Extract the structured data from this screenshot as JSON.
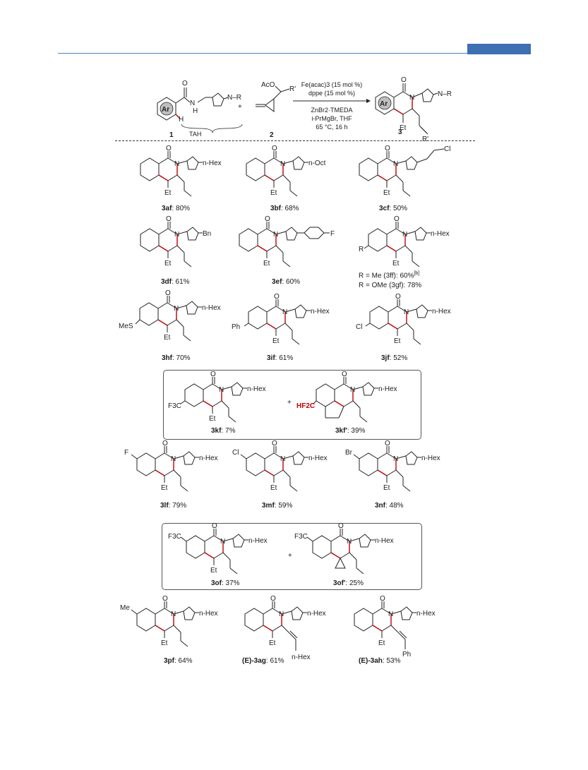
{
  "scheme": {
    "ar": "Ar",
    "n": "N",
    "h": "H",
    "o": "O",
    "tah": "TAH",
    "num1": "1",
    "num2": "2",
    "num3": "3",
    "aco": "AcO",
    "rprime": "R'",
    "nr": "N–R",
    "plus": "+",
    "cond1": "Fe(acac)3 (15 mol %)",
    "cond2": "dppe (15 mol %)",
    "cond3": "ZnBr2·TMEDA",
    "cond4": "i-PrMgBr, THF",
    "cond5": "65 °C, 16 h"
  },
  "atoms": {
    "o": "O",
    "n": "N",
    "et": "Et",
    "nhex": "n-Hex",
    "noct": "n-Oct",
    "cl": "Cl",
    "bn": "Bn",
    "f": "F",
    "r": "R",
    "mes": "MeS",
    "ph": "Ph",
    "cf3": "F3C",
    "hf2c": "HF2C",
    "br": "Br",
    "me": "Me"
  },
  "products": [
    {
      "id": "3af",
      "yield": ": 80%"
    },
    {
      "id": "3bf",
      "yield": ": 68%"
    },
    {
      "id": "3cf",
      "yield": ": 50%"
    },
    {
      "id": "3df",
      "yield": ": 61%"
    },
    {
      "id": "3ef",
      "yield": ": 60%"
    },
    {
      "id": "3ff_3gf",
      "line1": "R = Me (3ff): 60%",
      "note": "[b]",
      "line2": "R = OMe (3gf): 78%"
    },
    {
      "id": "3hf",
      "yield": ": 70%"
    },
    {
      "id": "3if",
      "yield": ": 61%"
    },
    {
      "id": "3jf",
      "yield": ": 52%"
    },
    {
      "id": "3kf",
      "yield": ": 7%"
    },
    {
      "id": "3kf'",
      "yield": ": 39%"
    },
    {
      "id": "3lf",
      "yield": ": 79%"
    },
    {
      "id": "3mf",
      "yield": ": 59%"
    },
    {
      "id": "3nf",
      "yield": ": 48%"
    },
    {
      "id": "3of",
      "yield": ": 37%"
    },
    {
      "id": "3of'",
      "yield": ": 25%"
    },
    {
      "id": "3pf",
      "yield": ": 64%"
    },
    {
      "id": "(E)-3ag",
      "yield": ":  61%"
    },
    {
      "id": "(E)-3ah",
      "yield": ":  53%"
    }
  ]
}
